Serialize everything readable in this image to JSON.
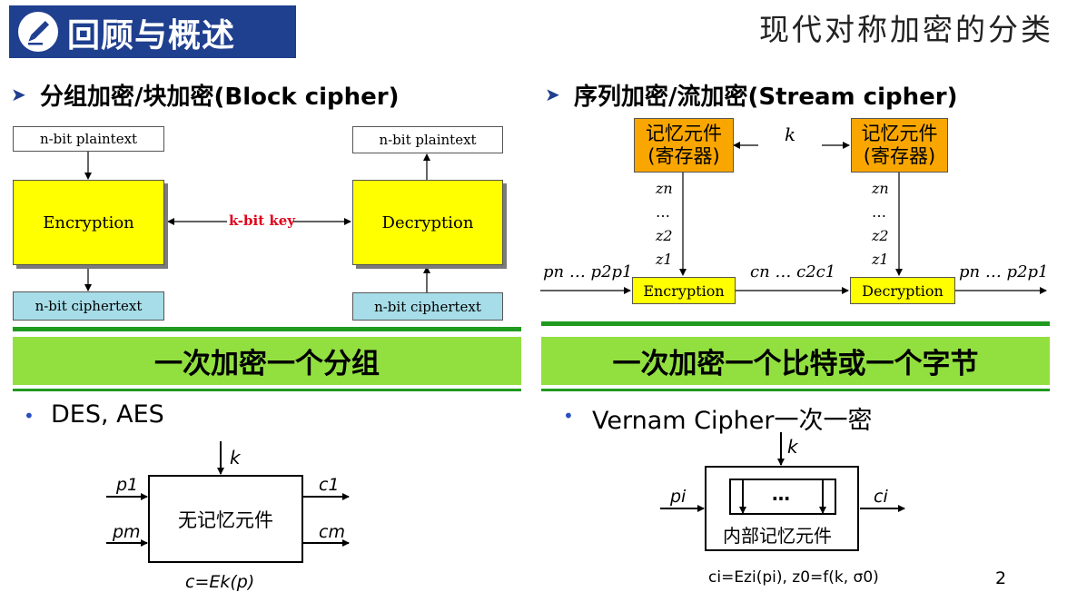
{
  "header": {
    "title": "回顾与概述",
    "icon": "pencil-icon",
    "subtitle": "现代对称加密的分类"
  },
  "block_section": {
    "heading": "分组加密/块加密(Block cipher)",
    "plaintext_left": "n-bit plaintext",
    "plaintext_right": "n-bit plaintext",
    "encryption": "Encryption",
    "decryption": "Decryption",
    "key_label": "k-bit key",
    "ciphertext_left": "n-bit ciphertext",
    "ciphertext_right": "n-bit ciphertext",
    "banner": "一次加密一个分组",
    "bullet": "DES, AES",
    "memoryless_box": "无记忆元件",
    "formula": "c=Ek(p)",
    "labels": {
      "k": "k",
      "p1": "p1",
      "pm": "pm",
      "c1": "c1",
      "cm": "cm"
    }
  },
  "stream_section": {
    "heading": "序列加密/流加密(Stream cipher)",
    "memory_box_line1": "记忆元件",
    "memory_box_line2": "(寄存器)",
    "k_label": "k",
    "z_stream": [
      "zn",
      "…",
      "z2",
      "z1"
    ],
    "encryption": "Encryption",
    "decryption": "Decryption",
    "input_label": "pn … p2p1",
    "cipher_label": "cn … c2c1",
    "output_label": "pn … p2p1",
    "banner": "一次加密一个比特或一个字节",
    "bullet": "Vernam Cipher一次一密",
    "dots": "…",
    "internal_memory": "内部记忆元件",
    "labels": {
      "k": "k",
      "pi": "pi",
      "ci": "ci"
    },
    "formula": "ci=Ezi(pi), z0=f(k, σ0)"
  },
  "page_number": "2",
  "colors": {
    "header_bg": "#1f3f8f",
    "banner_green": "#92e040",
    "rule_green": "#1f9a1f",
    "box_yellow": "#ffff00",
    "box_orange": "#f9a600",
    "box_cipher": "#a6dde8",
    "key_red": "#e0001a"
  }
}
